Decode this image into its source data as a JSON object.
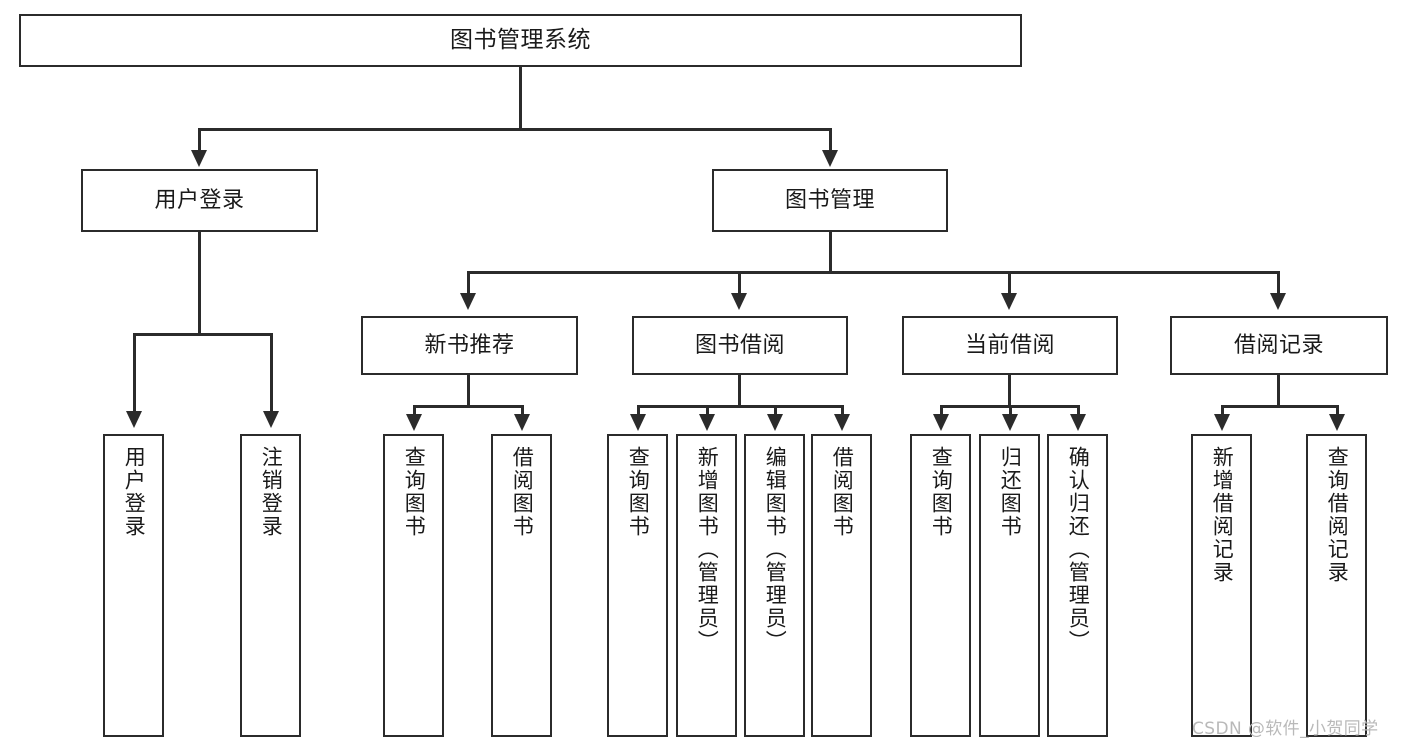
{
  "diagram": {
    "type": "tree-hierarchy-chart",
    "title": "图书管理系统",
    "root": {
      "label": "图书管理系统"
    },
    "level2": [
      {
        "label": "用户登录"
      },
      {
        "label": "图书管理"
      }
    ],
    "level3": [
      {
        "label": "新书推荐"
      },
      {
        "label": "图书借阅"
      },
      {
        "label": "当前借阅"
      },
      {
        "label": "借阅记录"
      }
    ],
    "leaves": {
      "user_login": [
        {
          "label": "用户登录"
        },
        {
          "label": "注销登录"
        }
      ],
      "new_book_recommend": [
        {
          "label": "查询图书"
        },
        {
          "label": "借阅图书"
        }
      ],
      "book_borrow": [
        {
          "label": "查询图书"
        },
        {
          "label": "新增图书（管理员）"
        },
        {
          "label": "编辑图书（管理员）"
        },
        {
          "label": "借阅图书"
        }
      ],
      "current_borrow": [
        {
          "label": "查询图书"
        },
        {
          "label": "归还图书"
        },
        {
          "label": "确认归还（管理员）"
        }
      ],
      "borrow_record": [
        {
          "label": "新增借阅记录"
        },
        {
          "label": "查询借阅记录"
        }
      ]
    }
  },
  "watermark": {
    "text": "CSDN @软件_小贺同学"
  },
  "colors": {
    "stroke": "#2b2b2b",
    "background": "#ffffff",
    "text": "#1a1a1a",
    "watermark": "#b9b9b9"
  }
}
